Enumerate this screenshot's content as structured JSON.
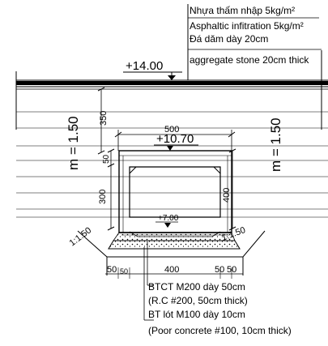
{
  "notes": {
    "road": [
      "Nhựa thấm nhập 5kg/m²",
      "Asphaltic infitration 5kg/m²",
      "Đá dăm dày 20cm",
      "aggregate stone 20cm thick"
    ],
    "base": [
      "BTCT M200 dày 50cm",
      "(R.C #200, 50cm thick)",
      "BT lót M100 dày 10cm",
      "(Poor concrete #100, 10cm thick)"
    ]
  },
  "levels": {
    "road_surface": "+14.00",
    "culvert_top": "+10.70",
    "culvert_bottom": "+7.00"
  },
  "slopes": {
    "embankment_left": "m = 1.50",
    "embankment_right": "m = 1.50",
    "footing_left": "1:1.50",
    "footing_right": "1:1.50"
  },
  "dimensions": {
    "fill_height": "350",
    "top_slab": "50",
    "wall_height_left": "300",
    "wall_height_right": "400",
    "culvert_width_top": "500",
    "footing_edge_left_1": "50",
    "footing_edge_left_2": "50",
    "culvert_width_bottom": "400",
    "footing_edge_right_1": "50",
    "footing_edge_right_2": "50"
  }
}
